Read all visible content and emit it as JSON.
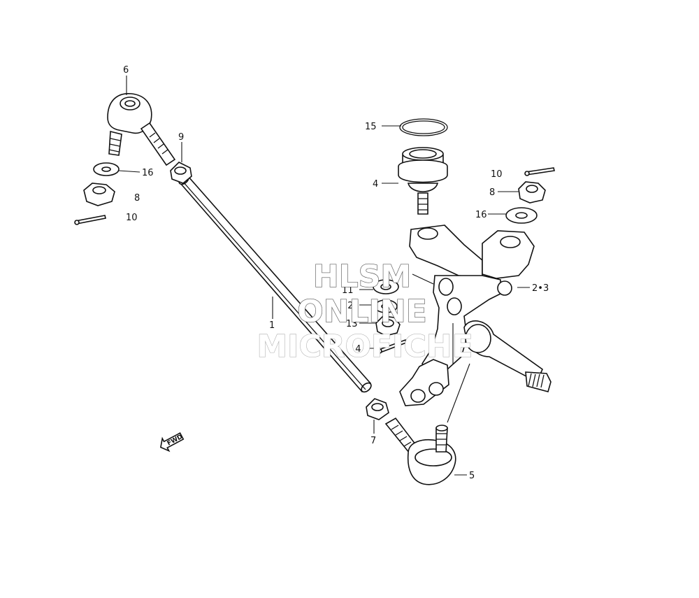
{
  "callouts": {
    "c1": "1",
    "c2_3": "2•3",
    "c4": "4",
    "c5": "5",
    "c6": "6",
    "c7": "7",
    "c8_left": "8",
    "c8_right": "8",
    "c9": "9",
    "c10_left": "10",
    "c10_right": "10",
    "c11": "11",
    "c12": "12",
    "c13": "13",
    "c14": "14",
    "c15": "15",
    "c16_left": "16",
    "c16_right": "16"
  },
  "watermark": {
    "line1": "HLSM",
    "line2": "ONLINE",
    "line3": "MICROFICHE"
  },
  "direction_marker": {
    "label": "FWD"
  }
}
